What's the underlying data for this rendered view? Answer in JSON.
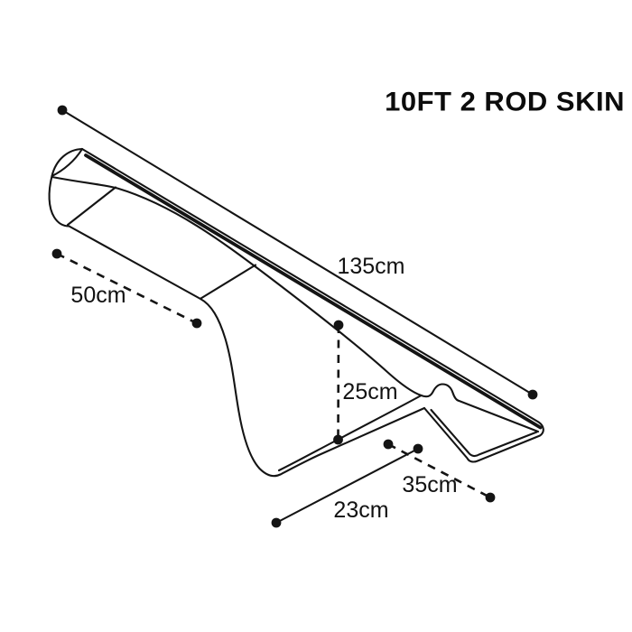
{
  "page": {
    "background": "#ffffff",
    "line_color": "#141414"
  },
  "title": "10FT 2 ROD SKIN",
  "drawing": {
    "subject": "isometric line drawing of a 10ft two-rod skin cover with open mouth, tapered body and open butt-end flap"
  },
  "dimensions": {
    "length": {
      "label": "135cm",
      "line_style": "solid"
    },
    "opening_drop": {
      "label": "50cm",
      "line_style": "dashed"
    },
    "height": {
      "label": "25cm",
      "line_style": "dashed"
    },
    "flap_width": {
      "label": "35cm",
      "line_style": "dashed"
    },
    "base_width": {
      "label": "23cm",
      "line_style": "solid"
    }
  }
}
